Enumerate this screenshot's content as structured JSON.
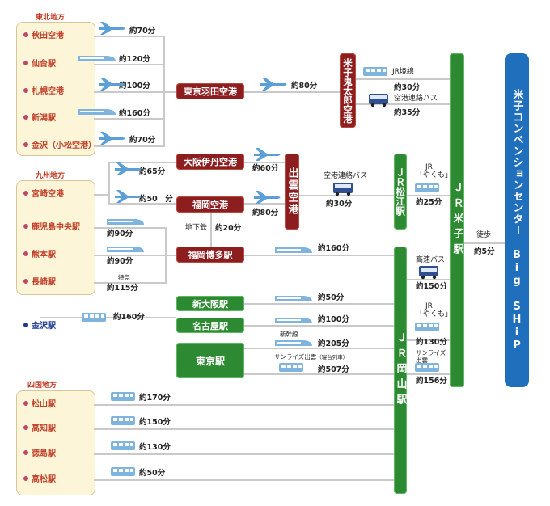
{
  "regions": {
    "tohoku": "東北地方",
    "kyushu": "九州地方",
    "shikoku": "四国地方"
  },
  "origins": {
    "akita": "秋田空港",
    "sendai": "仙台駅",
    "sapporo": "札幌空港",
    "niigata": "新潟駅",
    "kanazawa_komatsu": "金沢（小松空港）",
    "miyazaki": "宮崎空港",
    "kagoshima": "鹿児島中央駅",
    "kumamoto": "熊本駅",
    "nagasaki": "長崎駅",
    "kanazawa": "金沢駅",
    "matsuyama": "松山駅",
    "kochi": "高知駅",
    "tokushima": "徳島駅",
    "takamatsu": "高松駅"
  },
  "hubs": {
    "haneda": "東京羽田空港",
    "itami": "大阪伊丹空港",
    "fukuoka_air": "福岡空港",
    "hakata": "福岡博多駅",
    "shin_osaka": "新大阪駅",
    "nagoya": "名古屋駅",
    "tokyo": "東京駅",
    "yonago_air": "米子鬼太郎空港",
    "izumo": "出雲空港",
    "matsue": "ＪＲ松江駅",
    "okayama": "ＪＲ岡山駅",
    "yonago": "ＪＲ米子駅",
    "bigship": "米子コンベンションセンター Big SHiP"
  },
  "times": {
    "akita": "約70分",
    "sendai": "約120分",
    "sapporo": "約100分",
    "niigata": "約160分",
    "kanazawa_komatsu": "約70分",
    "haneda_yonago": "約80分",
    "jr_sakai": "JR境線",
    "t30_jr": "約30分",
    "airport_bus_1": "空港連絡バス",
    "t35": "約35分",
    "itami_izumo": "約60分",
    "miyazaki_itami": "約65分",
    "miyazaki_fukuoka": "約50　分",
    "fukuoka_izumo": "約80分",
    "airport_bus_2": "空港連絡バス",
    "t30_bus": "約30分",
    "jr_yakumo_1": "JR",
    "yakumo_1": "「やくも」",
    "t25": "約25分",
    "toho": "徒歩",
    "t5": "約5分",
    "subway": "地下鉄",
    "t20": "約20分",
    "kagoshima": "約90分",
    "kumamoto": "約90分",
    "tokkyu": "特急",
    "nagasaki": "約115分",
    "hakata_okayama": "約160分",
    "express_bus": "高速バス",
    "t150": "約150分",
    "kanazawa_osaka": "約160分",
    "shin_osaka_okayama": "約50分",
    "nagoya_okayama": "約100分",
    "shinkansen": "新幹線",
    "tokyo_shinkansen": "約205分",
    "sunrise": "サンライズ出雲",
    "sleeper": "（寝台列車）",
    "tokyo_sunrise": "約507分",
    "jr_yakumo_2": "JR",
    "yakumo_2": "「やくも」",
    "t130": "約130分",
    "sunrise_short": "サンライズ",
    "izumo_short": "出雲",
    "t156": "約156分",
    "matsuyama": "約170分",
    "kochi": "約150分",
    "tokushima": "約130分",
    "takamatsu": "約50分"
  },
  "colors": {
    "red_hub": "#8c1e20",
    "green_hub": "#2e8a32",
    "blue_hub": "#1f6fbc",
    "region_fill": "#fdf5d8",
    "line": "#c9c9c9"
  }
}
